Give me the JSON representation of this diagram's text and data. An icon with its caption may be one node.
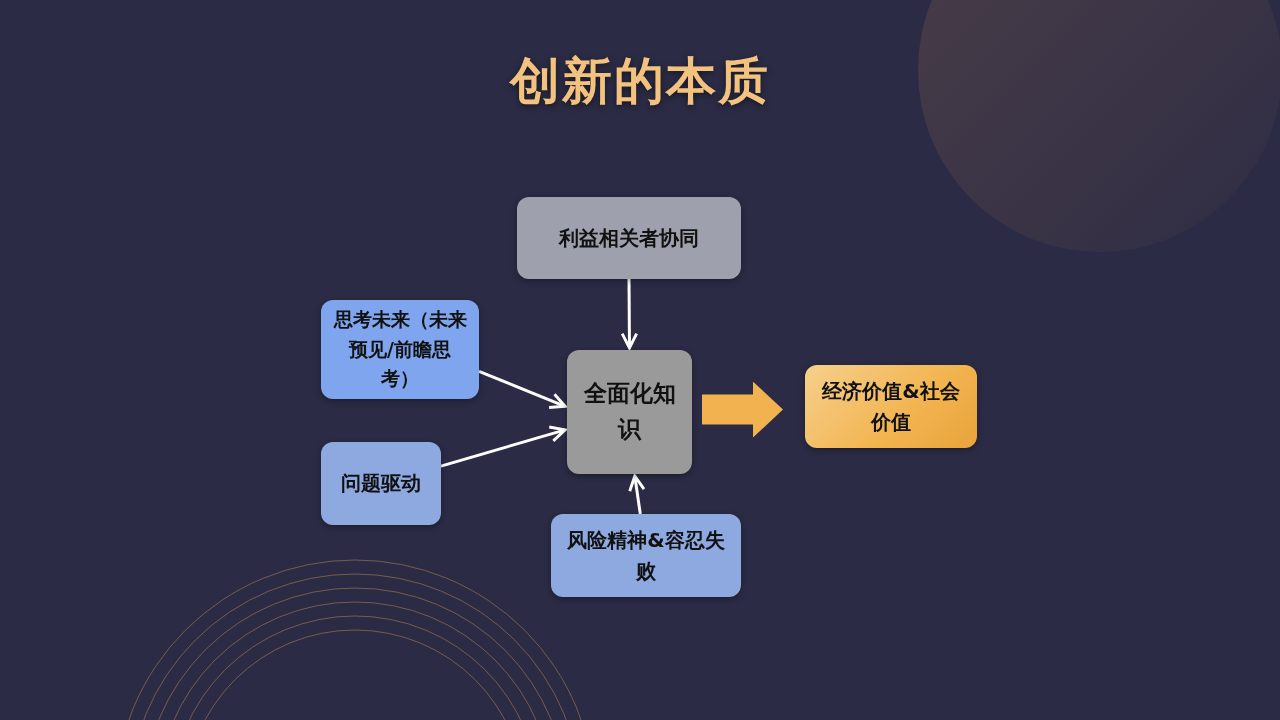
{
  "diagram": {
    "title": "创新的本质",
    "nodes": [
      {
        "text": [
          "利益相关者协同"
        ]
      },
      {
        "text": [
          "思考未来（未来预见/前瞻思考）"
        ]
      },
      {
        "text": [
          "全面化知识"
        ]
      },
      {
        "text": [
          "经济价值&社会价值"
        ]
      },
      {
        "text": [
          "问题驱动"
        ]
      },
      {
        "text": [
          "风险精神&容忍失败"
        ]
      }
    ],
    "edges": [
      {
        "from": 0,
        "to": 2,
        "arrow": "to"
      },
      {
        "from": 1,
        "to": 2,
        "arrow": "to"
      },
      {
        "from": 4,
        "to": 2,
        "arrow": "to"
      },
      {
        "from": 5,
        "to": 2,
        "arrow": "to"
      },
      {
        "from": 2,
        "to": 3,
        "arrow": "to",
        "style": "thick",
        "color": "#f2b24f"
      }
    ]
  }
}
